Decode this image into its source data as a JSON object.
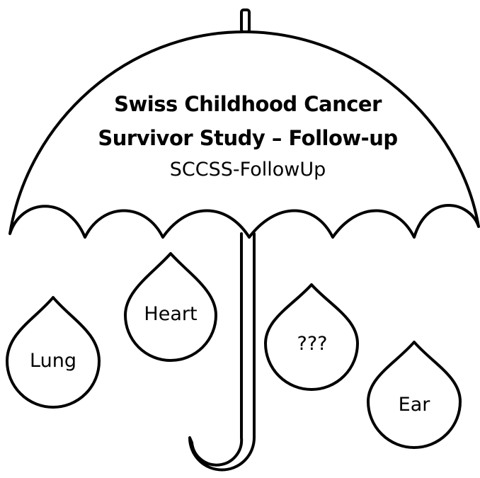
{
  "study": {
    "title_line_1": "Swiss Childhood Cancer",
    "title_line_2": "Survivor Study – Follow-up",
    "acronym": "SCCSS-FollowUp"
  },
  "drops": {
    "lung": "Lung",
    "heart": "Heart",
    "other": "???",
    "ear": "Ear"
  }
}
